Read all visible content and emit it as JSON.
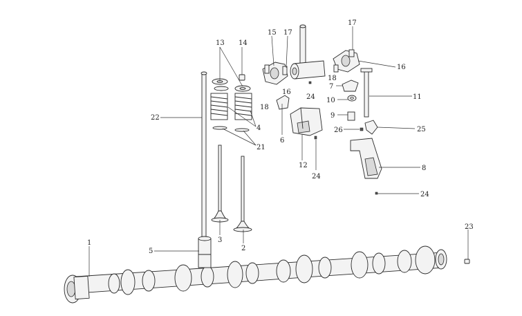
{
  "callouts": [
    {
      "id": "c1",
      "text": "1"
    },
    {
      "id": "c2",
      "text": "2"
    },
    {
      "id": "c3",
      "text": "3"
    },
    {
      "id": "c4",
      "text": "4"
    },
    {
      "id": "c5",
      "text": "5"
    },
    {
      "id": "c6",
      "text": "6"
    },
    {
      "id": "c7",
      "text": "7"
    },
    {
      "id": "c8",
      "text": "8"
    },
    {
      "id": "c9",
      "text": "9"
    },
    {
      "id": "c10",
      "text": "10"
    },
    {
      "id": "c11",
      "text": "11"
    },
    {
      "id": "c12",
      "text": "12"
    },
    {
      "id": "c13",
      "text": "13"
    },
    {
      "id": "c14",
      "text": "14"
    },
    {
      "id": "c15",
      "text": "15"
    },
    {
      "id": "c16a",
      "text": "16"
    },
    {
      "id": "c16b",
      "text": "16"
    },
    {
      "id": "c17a",
      "text": "17"
    },
    {
      "id": "c17b",
      "text": "17"
    },
    {
      "id": "c18a",
      "text": "18"
    },
    {
      "id": "c18b",
      "text": "18"
    },
    {
      "id": "c21",
      "text": "21"
    },
    {
      "id": "c22",
      "text": "22"
    },
    {
      "id": "c23",
      "text": "23"
    },
    {
      "id": "c24a",
      "text": "24"
    },
    {
      "id": "c24b",
      "text": "24"
    },
    {
      "id": "c24c",
      "text": "24"
    },
    {
      "id": "c25",
      "text": "25"
    },
    {
      "id": "c26",
      "text": "26"
    }
  ]
}
